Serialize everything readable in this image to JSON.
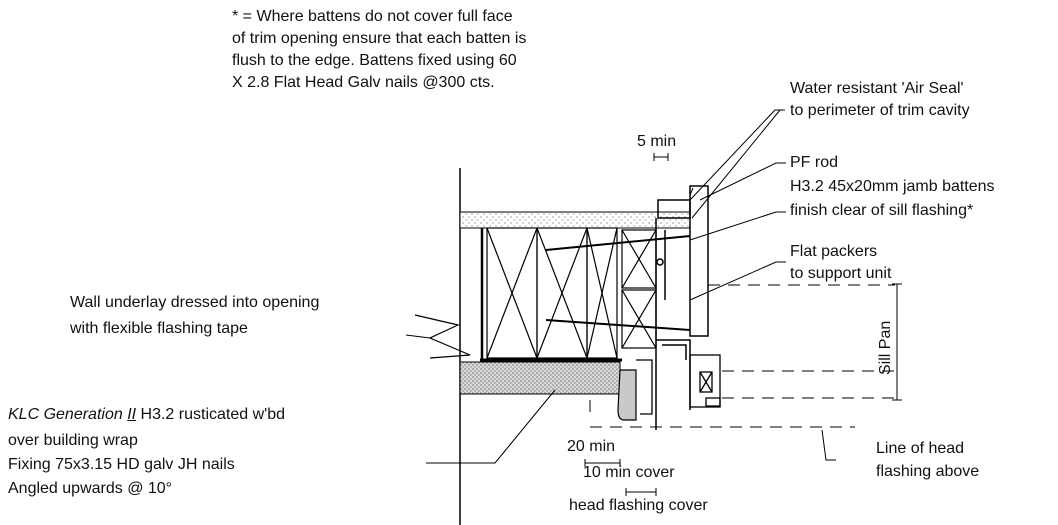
{
  "notes": {
    "batten_note": [
      "* = Where battens do not cover full face",
      "of trim opening ensure that each batten is",
      "flush to the edge. Battens fixed using 60",
      "X 2.8 Flat Head Galv nails @300 cts."
    ]
  },
  "labels": {
    "air_seal": [
      "Water resistant 'Air Seal'",
      "to perimeter of trim cavity"
    ],
    "pf_rod": "PF rod",
    "jamb_battens": [
      "H3.2 45x20mm jamb battens",
      "finish clear of sill flashing*"
    ],
    "flat_packers": [
      "Flat packers",
      "to support unit"
    ],
    "wall_underlay": [
      "Wall underlay dressed into opening",
      "with flexible flashing tape"
    ],
    "cladding_italic": "KLC Generation ",
    "cladding_numeral": "II",
    "cladding_rest": " H3.2 rusticated w'bd",
    "cladding_lines": [
      "over building wrap",
      "Fixing 75x3.15 HD galv JH nails",
      "Angled upwards @ 10°"
    ],
    "five_min": "5 min",
    "twenty_min": "20 min",
    "ten_min_cover": "10 min cover",
    "head_flashing_cover": "head flashing cover",
    "sill_pan": "Sill Pan",
    "head_flashing_line": [
      "Line of head",
      "flashing above"
    ]
  }
}
